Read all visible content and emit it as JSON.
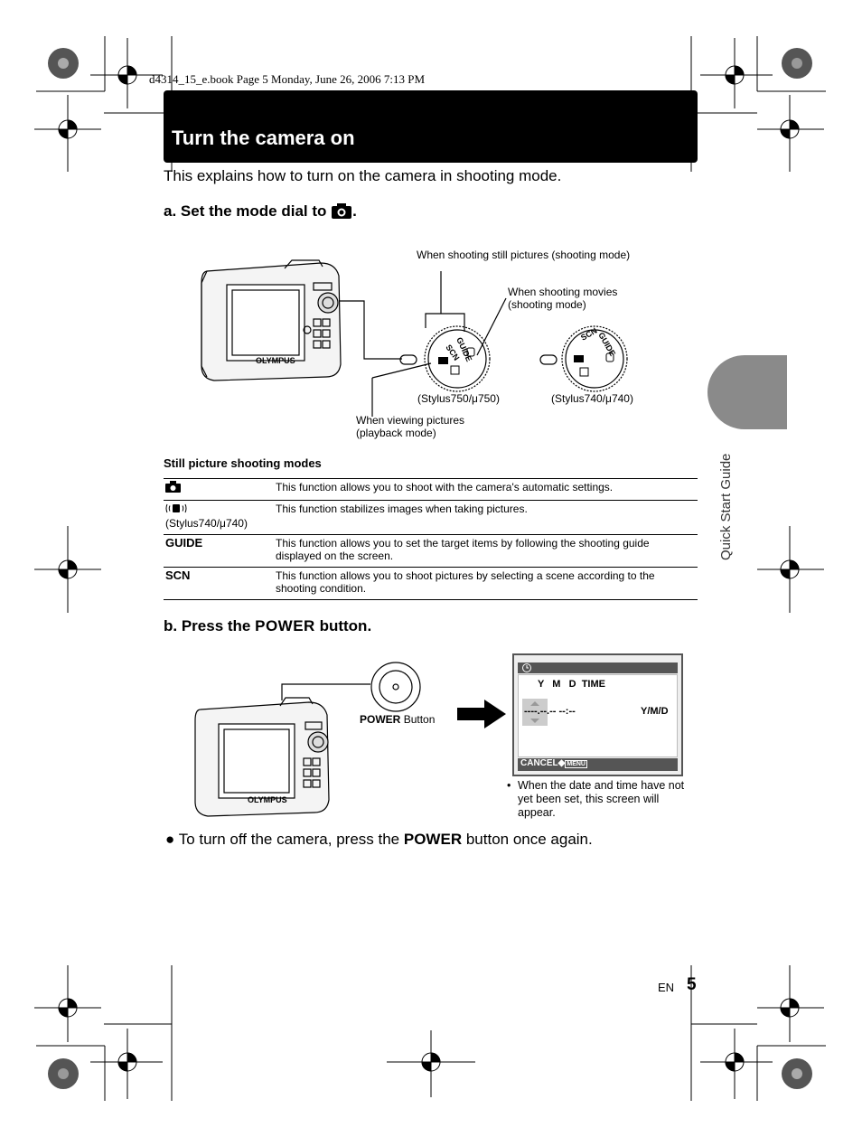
{
  "header_meta": "d4314_15_e.book  Page 5  Monday, June 26, 2006  7:13 PM",
  "title": "Turn the camera on",
  "intro": "This explains how to turn on the camera in shooting mode.",
  "step_a": "a.  Set the mode dial to",
  "step_a_end": ".",
  "callouts": {
    "still": "When shooting still pictures (shooting mode)",
    "movies_1": "When shooting movies",
    "movies_2": "(shooting mode)",
    "playback_1": "When viewing pictures",
    "playback_2": "(playback mode)",
    "model_750": "(Stylus750/μ750)",
    "model_740": "(Stylus740/μ740)"
  },
  "modes_title": "Still picture shooting modes",
  "modes": [
    {
      "label": "",
      "sublabel": "",
      "desc": "This function allows you to shoot with the camera's automatic settings."
    },
    {
      "label": "",
      "sublabel": "(Stylus740/μ740)",
      "desc": "This function stabilizes images when taking pictures."
    },
    {
      "label": "GUIDE",
      "sublabel": "",
      "desc": "This function allows you to set the target items by following the shooting guide displayed on the screen."
    },
    {
      "label": "SCN",
      "sublabel": "",
      "desc": "This function allows you to shoot pictures by selecting a scene according to the shooting condition."
    }
  ],
  "step_b_prefix": "b.  Press the",
  "step_b_key": "POWER",
  "step_b_suffix": "button.",
  "power_label_key": "POWER",
  "power_label_text": "Button",
  "camera_brand": "OLYMPUS",
  "screen": {
    "header": "Y   M   D  TIME",
    "value": "----.--.-- --:--",
    "format": "Y/M/D",
    "cancel": "CANCEL",
    "menu": "MENU"
  },
  "note": "When the date and time have not yet been set, this screen will appear.",
  "final_prefix": "To turn off the camera, press the",
  "final_key": "POWER",
  "final_suffix": "button once again.",
  "side_label": "Quick Start Guide",
  "page_lang": "EN",
  "page_number": "5"
}
